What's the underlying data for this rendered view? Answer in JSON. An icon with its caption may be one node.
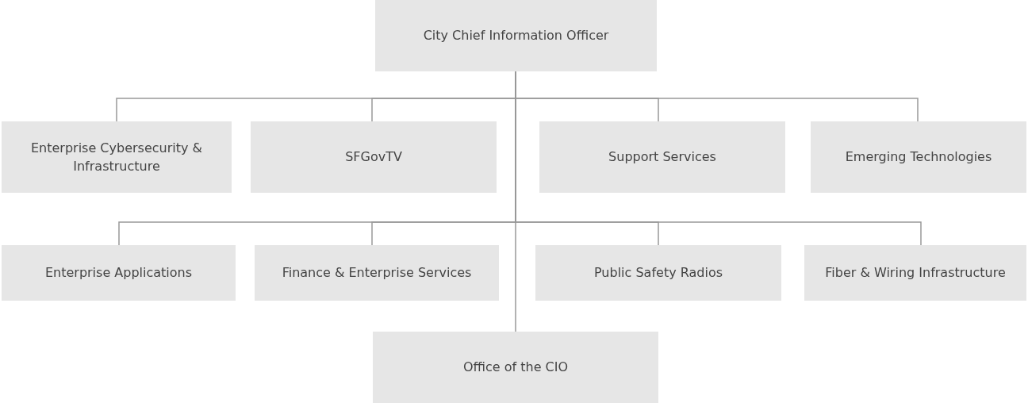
{
  "diagram": {
    "nodes": [
      {
        "text": [
          "City Chief Information Officer"
        ]
      },
      {
        "text": [
          "Enterprise Cybersecurity & Infrastructure"
        ]
      },
      {
        "text": [
          "SFGovTV"
        ]
      },
      {
        "text": [
          "Support Services"
        ]
      },
      {
        "text": [
          "Emerging Technologies"
        ]
      },
      {
        "text": [
          "Enterprise Applications"
        ]
      },
      {
        "text": [
          "Finance & Enterprise Services"
        ]
      },
      {
        "text": [
          "Public Safety Radios"
        ]
      },
      {
        "text": [
          "Fiber & Wiring Infrastructure"
        ]
      },
      {
        "text": [
          "Office of the CIO"
        ]
      }
    ],
    "edges": [
      {
        "from": 0,
        "to": 1,
        "arrow": "none"
      },
      {
        "from": 0,
        "to": 2,
        "arrow": "none"
      },
      {
        "from": 0,
        "to": 3,
        "arrow": "none"
      },
      {
        "from": 0,
        "to": 4,
        "arrow": "none"
      },
      {
        "from": 0,
        "to": 5,
        "arrow": "none"
      },
      {
        "from": 0,
        "to": 6,
        "arrow": "none"
      },
      {
        "from": 0,
        "to": 7,
        "arrow": "none"
      },
      {
        "from": 0,
        "to": 8,
        "arrow": "none"
      },
      {
        "from": 0,
        "to": 9,
        "arrow": "none"
      }
    ]
  }
}
